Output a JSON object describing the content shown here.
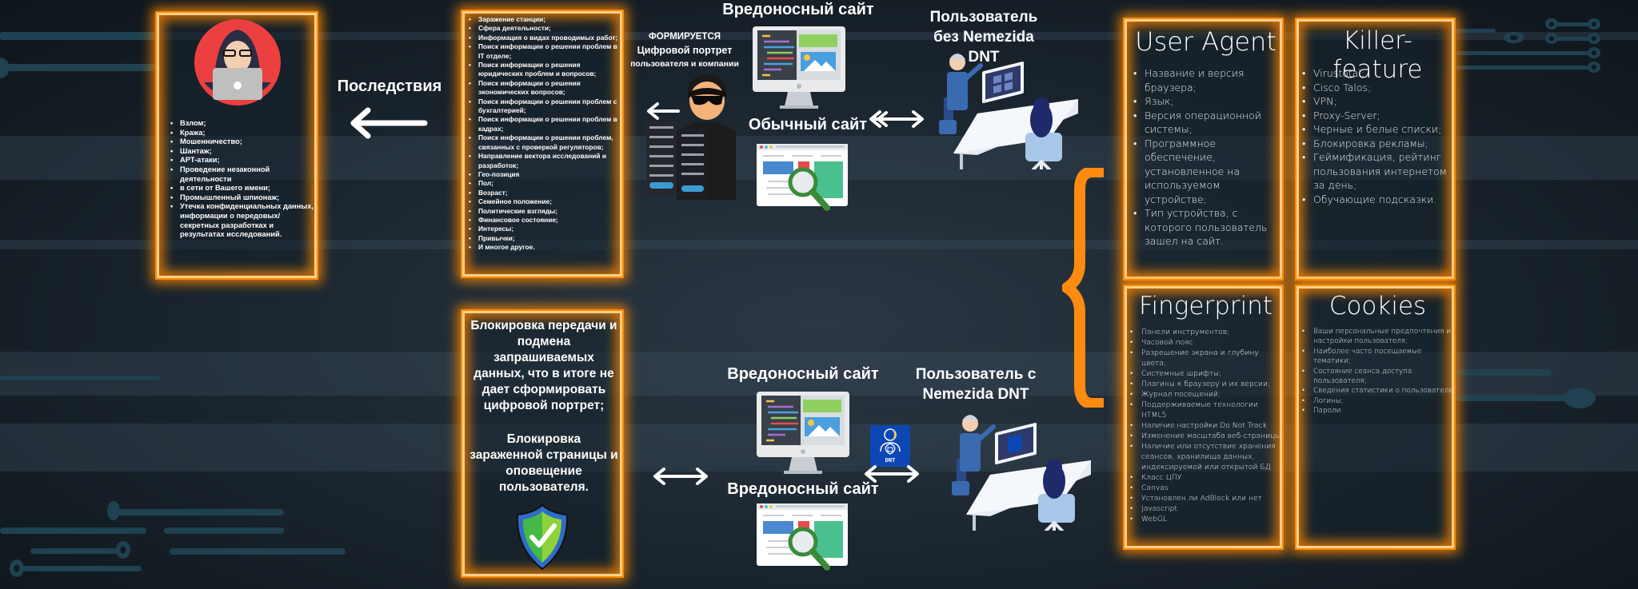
{
  "consequences": {
    "title": "Последствия",
    "items": [
      "Взлом;",
      "Кража;",
      "Мошенничество;",
      "Шантаж;",
      "APT-атаки;",
      "Проведение незаконной деятельности",
      "в сети от Вашего имени;",
      "Промышленный шпионаж;",
      "Утечка конфиденциальных данных, информации о передовых/секретных разработках и результатах исследований."
    ]
  },
  "portrait_data": {
    "items": [
      "Заражение станции;",
      "Сфера деятельности;",
      "Информация о видах проводимых работ;",
      "Поиск информации о решении проблем в IT отделе;",
      "Поиск информации о решения юридических проблем и вопросов;",
      "Поиск информации о решении экономических вопросов;",
      "Поиск информации о решении проблем с бухгалтерией;",
      "Поиск информации о решении проблем в кадрах;",
      "Поиск информации о решении проблем, связанных с проверкой регуляторов;",
      "Направление вектора исследований и разработок;",
      "Гео-позиция",
      "Пол;",
      "Возраст;",
      "Семейное положение;",
      "Политические взгляды;",
      "Финансовое состояние;",
      "Интересы;",
      "Привычки;",
      "И многое другое."
    ]
  },
  "hacker_caption": {
    "line1": "ФОРМИРУЕТСЯ",
    "line2": "Цифровой портрет",
    "line3": "пользователя и компании"
  },
  "top_flow": {
    "malicious_site": "Вредоносный сайт",
    "normal_site": "Обычный сайт",
    "user_title": "Пользователь без Nemezida DNT"
  },
  "protection": {
    "paragraph1": "Блокировка передачи и подмена запрашиваемых данных, что в итоге не дает сформировать цифровой портрет;",
    "paragraph2": "Блокировка зараженной страницы и оповещение пользователя."
  },
  "bottom_flow": {
    "malicious_site_1": "Вредоносный сайт",
    "malicious_site_2": "Вредоносный сайт",
    "dnt_badge": "DNT",
    "user_title": "Пользователь с Nemezida DNT"
  },
  "cards": {
    "user_agent": {
      "title": "User Agent",
      "items": [
        "Название и версия браузера;",
        "Язык;",
        "Версия операционной системы;",
        "Программное обеспечение, установленное на используемом устройстве;",
        "Тип устройства, с которого пользователь зашел на сайт."
      ]
    },
    "killer_feature": {
      "title": "Killer-feature",
      "items": [
        "Virustotal;",
        "Cisco Talos;",
        "VPN;",
        "Proxy-Server;",
        "Черные и белые списки;",
        "Блокировка рекламы;",
        "Геймификация, рейтинг пользования интернетом за день;",
        "Обучающие подсказки."
      ]
    },
    "fingerprint": {
      "title": "Fingerprint",
      "items": [
        "Панели инструментов;",
        "Часовой пояс",
        "Разрешение экрана и глубину цвета;",
        "Системные шрифты;",
        "Плагины к браузеру и их версии;",
        "Журнал посещений;",
        "Поддерживаемые технологии HTML5",
        "Наличие настройки Do Not Track",
        "Изменение масштаба веб-страницы",
        "Наличие или отсутствие хранения сеансов, хранилища данных, индексируемой или открытой БД",
        "Класс ЦПУ",
        "Canvas",
        "Установлен ли AdBlock или нет",
        "Javascript",
        "WebGL"
      ]
    },
    "cookies": {
      "title": "Cookies",
      "items": [
        "Ваши  персональные предпочтения и настройки пользователя;",
        "Наиболее часто посещаемые тематики;",
        "Состояние сеанса доступа пользователя;",
        "Сведения статистики о пользователе;",
        "Логины;",
        "Пароли."
      ]
    }
  },
  "colors": {
    "accent_orange": "#ff8a00",
    "trace": "#1f4150",
    "background": "#1c2730"
  }
}
